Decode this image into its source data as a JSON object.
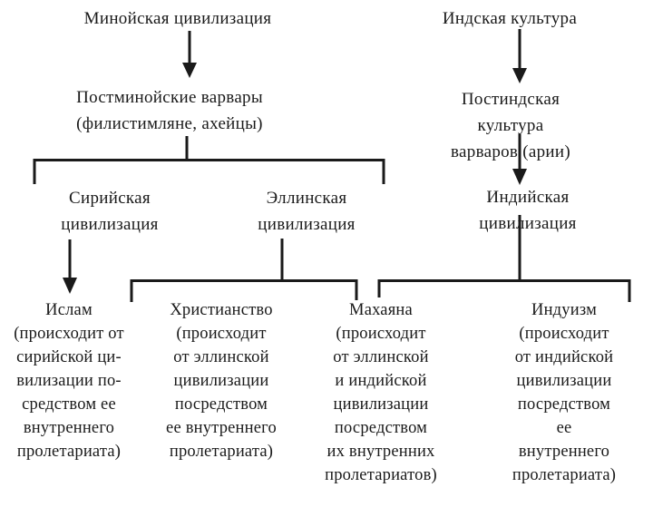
{
  "colors": {
    "ink": "#1a1a1a",
    "paper": "#ffffff"
  },
  "nodes": {
    "minoan": {
      "label": "Минойская цивилизация"
    },
    "indus": {
      "label": "Индская культура"
    },
    "post_minoan": {
      "label": "Постминойские варвары\n(филистимляне, ахейцы)"
    },
    "post_indus": {
      "label": "Постиндская культура\nварваров (арии)"
    },
    "syriac": {
      "label": "Сирийская\nцивилизация"
    },
    "hellenic": {
      "label": "Эллинская\nцивилизация"
    },
    "indian": {
      "label": "Индийская цивилизация"
    },
    "islam": {
      "label": "Ислам\n(происходит от\nсирийской ци-\nвилизации по-\nсредством ее\nвнутреннего\nпролетариата)"
    },
    "christianity": {
      "label": "Христианство\n(происходит\nот эллинской\nцивилизации\nпосредством\nее внутреннего\nпролетариата)"
    },
    "mahayana": {
      "label": "Махаяна\n(происходит\nот эллинской\nи индийской\nцивилизации\nпосредством\nих внутренних\nпролетариатов)"
    },
    "hinduism": {
      "label": "Индуизм\n(происходит\nот индийской\nцивилизации\nпосредством ее\nвнутреннего\nпролетариата)"
    }
  },
  "edges": [
    {
      "from": "minoan",
      "to": "post_minoan",
      "connector": "arrow"
    },
    {
      "from": "indus",
      "to": "post_indus",
      "connector": "arrow"
    },
    {
      "from": "post_minoan",
      "to": "syriac",
      "connector": "fork"
    },
    {
      "from": "post_minoan",
      "to": "hellenic",
      "connector": "fork"
    },
    {
      "from": "post_indus",
      "to": "indian",
      "connector": "arrow"
    },
    {
      "from": "syriac",
      "to": "islam",
      "connector": "arrow"
    },
    {
      "from": "hellenic",
      "to": "christianity",
      "connector": "fork"
    },
    {
      "from": "hellenic",
      "to": "mahayana",
      "connector": "fork"
    },
    {
      "from": "indian",
      "to": "mahayana",
      "connector": "fork"
    },
    {
      "from": "indian",
      "to": "hinduism",
      "connector": "fork"
    }
  ]
}
